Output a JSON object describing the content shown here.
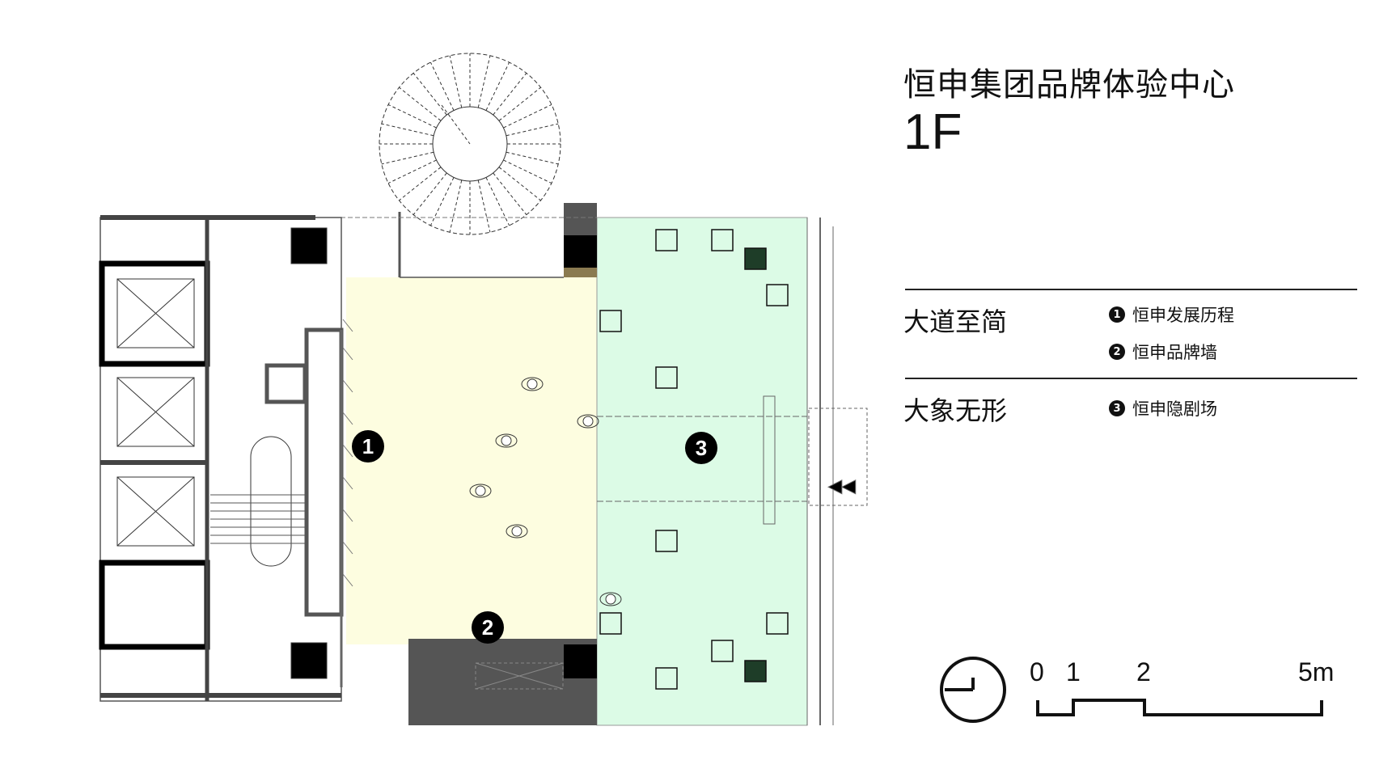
{
  "header": {
    "title": "恒申集团品牌体验中心",
    "floor": "1F"
  },
  "legend": {
    "sections": [
      {
        "name": "大道至简",
        "items": [
          {
            "num": "1",
            "label": "恒申发展历程"
          },
          {
            "num": "2",
            "label": "恒申品牌墙"
          }
        ]
      },
      {
        "name": "大象无形",
        "items": [
          {
            "num": "3",
            "label": "恒申隐剧场"
          }
        ]
      }
    ]
  },
  "plan": {
    "markers": [
      "1",
      "2",
      "3"
    ],
    "colors": {
      "zone_1_2": "#fdfde0",
      "zone_3": "#dcfbe6",
      "brand_wall": "#555555",
      "dark_column": "#1e3d28"
    }
  },
  "scale": {
    "labels": [
      "0",
      "1",
      "2",
      "5m"
    ],
    "north_icon": "north-arrow-icon"
  }
}
